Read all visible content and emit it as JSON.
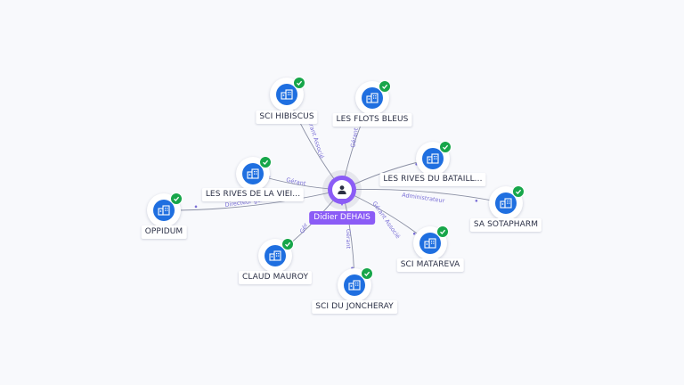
{
  "center": {
    "name": "Didier DEHAIS",
    "icon": "person-icon",
    "color": "#8b5cf6"
  },
  "companies": [
    {
      "id": "sci-hibiscus",
      "label": "SCI HIBISCUS",
      "icon": "building-icon",
      "verified": true,
      "relation": "Gérant Associé"
    },
    {
      "id": "les-flots-bleus",
      "label": "LES FLOTS BLEUS",
      "icon": "building-icon",
      "verified": true,
      "relation": "Gérant"
    },
    {
      "id": "les-rives-du-bataill",
      "label": "LES RIVES DU BATAILL...",
      "icon": "building-icon",
      "verified": true,
      "relation": ""
    },
    {
      "id": "les-rives-de-la-viei",
      "label": "LES RIVES DE LA VIEI...",
      "icon": "building-icon",
      "verified": true,
      "relation": "Gérant"
    },
    {
      "id": "sa-sotapharm",
      "label": "SA SOTAPHARM",
      "icon": "building-icon",
      "verified": true,
      "relation": "Administrateur"
    },
    {
      "id": "oppidum",
      "label": "OPPIDUM",
      "icon": "building-icon",
      "verified": true,
      "relation": "Directeur gén"
    },
    {
      "id": "sci-matareva",
      "label": "SCI MATAREVA",
      "icon": "building-icon",
      "verified": true,
      "relation": "Gérant Associé"
    },
    {
      "id": "claud-mauroy",
      "label": "CLAUD MAUROY",
      "icon": "building-icon",
      "verified": true,
      "relation": "Gér"
    },
    {
      "id": "sci-du-joncheray",
      "label": "SCI DU JONCHERAY",
      "icon": "building-icon",
      "verified": true,
      "relation": "Gérant"
    }
  ],
  "colors": {
    "node": "#1f6fe0",
    "verified": "#17a64a",
    "edge": "#8a8fa3",
    "edge_label": "#7a6fd6",
    "background": "#f8f9fc"
  }
}
